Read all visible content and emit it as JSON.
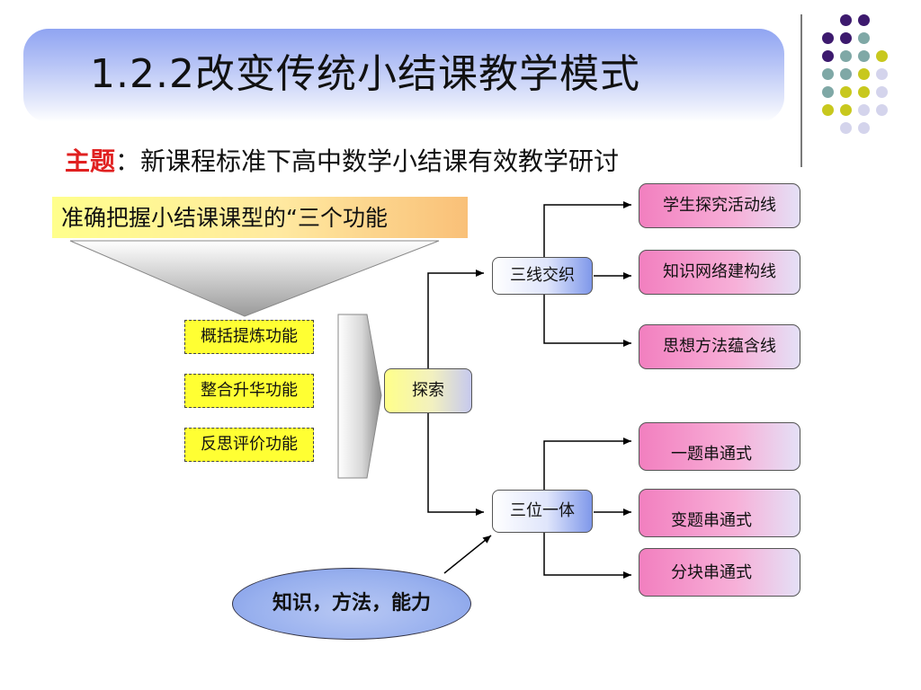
{
  "title": "1.2.2改变传统小结课教学模式",
  "subtitle": {
    "label": "主题",
    "separator": "：",
    "text": "新课程标准下高中数学小结课有效教学研讨"
  },
  "banner": "准确把握小结课课型的“三个功能",
  "functions": [
    "概括提炼功能",
    "整合升华功能",
    "反思评价功能"
  ],
  "hub": "探索",
  "branches": [
    {
      "label": "三线交织",
      "items": [
        "学生探究活动线",
        "知识网络建构线",
        "思想方法蕴含线"
      ]
    },
    {
      "label": "三位一体",
      "items": [
        "一题串通式",
        "变题串通式",
        "分块串通式"
      ]
    }
  ],
  "ellipse": "知识，方法，能力",
  "colors": {
    "title_gradient": "#8fa4f2",
    "subtitle_label": "#e02020",
    "function_box": "#ffff33",
    "pink_box": "#f27fbf",
    "hub_blue": "#7f98ea",
    "dot_purple": "#3d1a6e",
    "dot_teal": "#7fa8a6",
    "dot_yellow": "#c8c81e",
    "dot_lavender": "#d4d4ec"
  }
}
